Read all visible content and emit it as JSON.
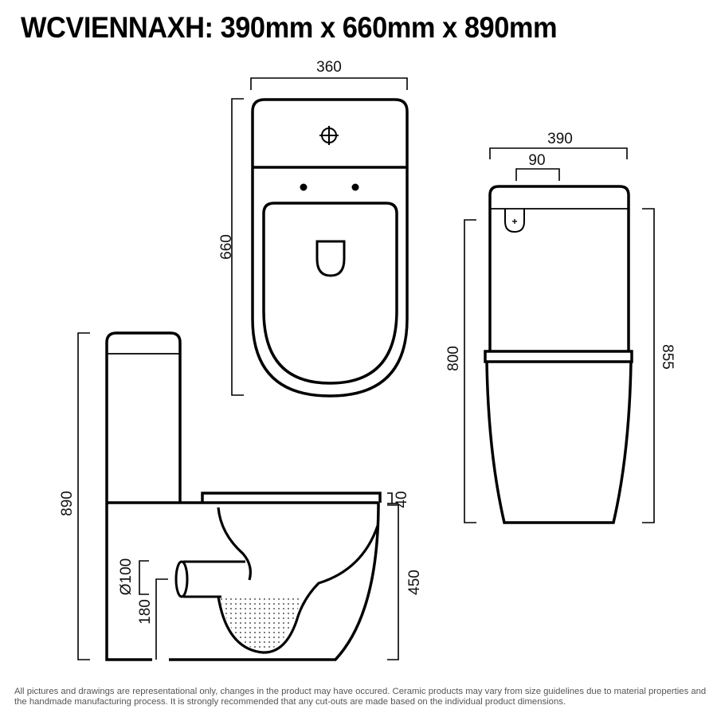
{
  "header": {
    "title": "WCVIENNAXH: 390mm x 660mm x 890mm",
    "model": "WCVIENNAXH",
    "overall_dimensions": {
      "width_mm": 390,
      "depth_mm": 660,
      "height_mm": 890
    }
  },
  "top_view": {
    "width_label": "360",
    "depth_label": "660",
    "icons": [
      "flush-button-icon",
      "hinge-hole-icon",
      "hinge-hole-icon"
    ]
  },
  "front_view": {
    "overall_width_label": "390",
    "button_offset_label": "90",
    "pan_height_label": "800",
    "cistern_height_label": "855"
  },
  "side_view": {
    "overall_height_label": "890",
    "seat_thickness_label": "40",
    "pan_height_label": "450",
    "outlet_diameter_label": "Ø100",
    "outlet_height_label": "180"
  },
  "footer": {
    "disclaimer_line1": "All pictures and drawings are representational only, changes in the product may have occured. Ceramic products may vary from size guidelines due to material properties and",
    "disclaimer_line2": "the handmade manufacturing process. It is strongly recommended that any cut-outs are made based on the individual product dimensions."
  },
  "colors": {
    "line": "#000000",
    "background": "#ffffff",
    "disclaimer_text": "#555555"
  }
}
